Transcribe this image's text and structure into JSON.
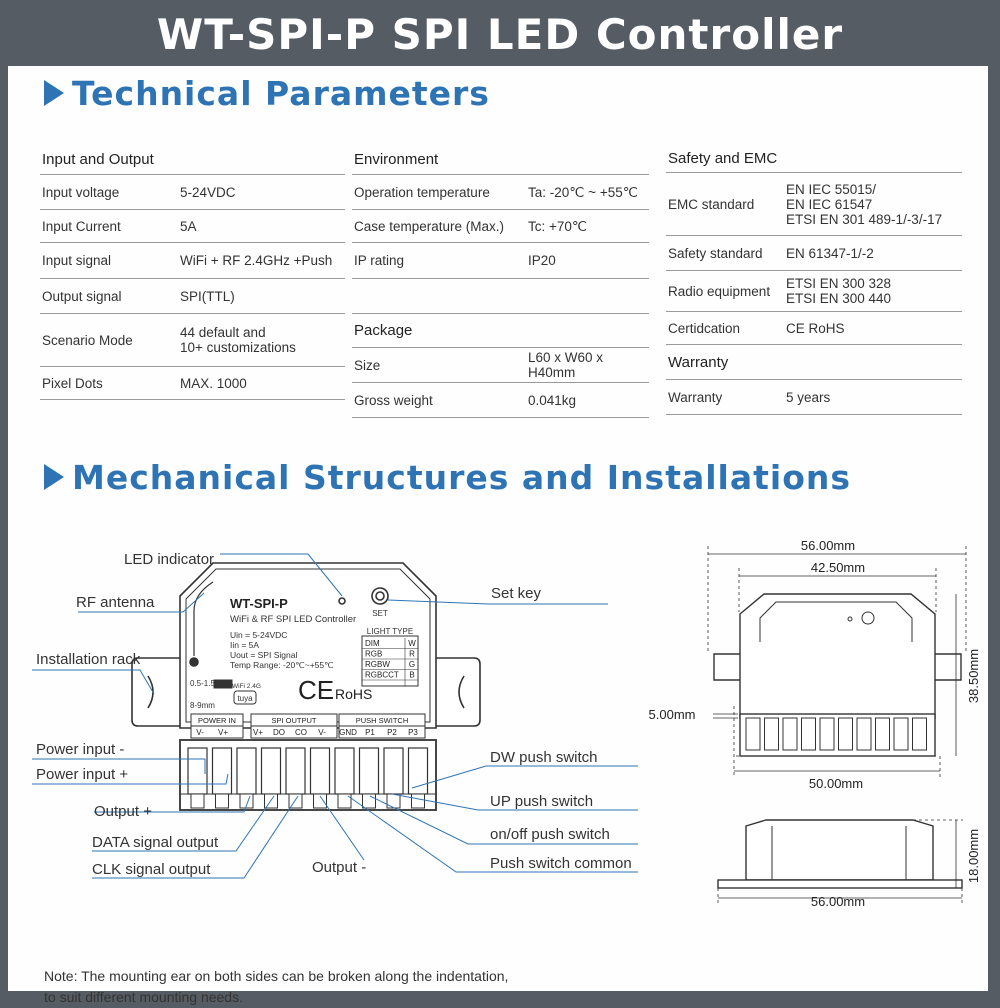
{
  "title": "WT-SPI-P SPI LED Controller",
  "sections": {
    "technical": "Technical Parameters",
    "mechanical": "Mechanical Structures and Installations"
  },
  "input_output": {
    "heading": "Input and Output",
    "rows": [
      {
        "label": "Input voltage",
        "value": "5-24VDC"
      },
      {
        "label": "Input Current",
        "value": "5A"
      },
      {
        "label": "Input signal",
        "value": "WiFi + RF 2.4GHz +Push"
      },
      {
        "label": "Output signal",
        "value": "SPI(TTL)"
      },
      {
        "label": "Scenario Mode",
        "value": "44 default and\n10+ customizations"
      },
      {
        "label": "Pixel Dots",
        "value": "MAX. 1000"
      }
    ]
  },
  "environment": {
    "heading": "Environment",
    "rows": [
      {
        "label": "Operation temperature",
        "value": "Ta: -20℃ ~ +55℃"
      },
      {
        "label": "Case temperature (Max.)",
        "value": "Tc: +70℃"
      },
      {
        "label": "IP rating",
        "value": "IP20"
      }
    ]
  },
  "package": {
    "heading": "Package",
    "rows": [
      {
        "label": "Size",
        "value": "L60 x W60 x H40mm"
      },
      {
        "label": "Gross weight",
        "value": "0.041kg"
      }
    ]
  },
  "safety": {
    "heading": "Safety and EMC",
    "rows": [
      {
        "label": "EMC standard",
        "value": "EN IEC 55015/\nEN IEC 61547\nETSI EN 301 489-1/-3/-17"
      },
      {
        "label": "Safety standard",
        "value": "EN 61347-1/-2"
      },
      {
        "label": "Radio equipment",
        "value": "ETSI EN 300 328\nETSI EN 300 440"
      },
      {
        "label": "Certidcation",
        "value": "CE RoHS"
      }
    ]
  },
  "warranty": {
    "heading": "Warranty",
    "rows": [
      {
        "label": "Warranty",
        "value": "5 years"
      }
    ]
  },
  "device": {
    "model": "WT-SPI-P",
    "subtitle": "WiFi & RF SPI LED Controller",
    "specs": [
      "Uin  = 5-24VDC",
      "Iin   = 5A",
      "Uout = SPI Signal",
      "Temp Range: -20℃~+55℃"
    ],
    "set_label": "SET",
    "wire_gauge": "0.5-1.5mm²",
    "strip_len": "8-9mm",
    "wifi_label": "WiFi  2.4G",
    "brand": "tuya",
    "ce": "CE",
    "rohs": "RoHS",
    "light_type": {
      "title": "LIGHT TYPE",
      "rows": [
        [
          "DIM",
          "W"
        ],
        [
          "RGB",
          "R"
        ],
        [
          "RGBW",
          "G"
        ],
        [
          "RGBCCT",
          "B"
        ]
      ]
    },
    "terminal_groups": [
      "POWER IN",
      "SPI OUTPUT",
      "PUSH SWITCH"
    ],
    "terminals": [
      "V-",
      "V+",
      "V+",
      "DO",
      "CO",
      "V-",
      "GND",
      "P1",
      "P2",
      "P3"
    ]
  },
  "callouts": {
    "led_indicator": "LED indicator",
    "rf_antenna": "RF antenna",
    "installation_rack": "Installation rack",
    "set_key": "Set key",
    "power_input_minus": "Power input -",
    "power_input_plus": "Power input +",
    "output_plus": "Output +",
    "data_signal": "DATA signal output",
    "clk_signal": "CLK signal output",
    "output_minus": "Output -",
    "dw_push": "DW push switch",
    "up_push": "UP push switch",
    "onoff_push": "on/off push switch",
    "push_common": "Push switch common"
  },
  "dimensions": {
    "d1": "56.00mm",
    "d2": "42.50mm",
    "d3": "38.50mm",
    "d4": "5.00mm",
    "d5": "50.00mm",
    "d6": "18.00mm",
    "d7": "56.00mm"
  },
  "note": {
    "line1": "Note: The mounting ear on both sides can be broken along the indentation,",
    "line2": "to suit different mounting needs."
  },
  "colors": {
    "frame": "#555c63",
    "accent": "#2e74b5",
    "callout_line": "#2e74b5"
  }
}
